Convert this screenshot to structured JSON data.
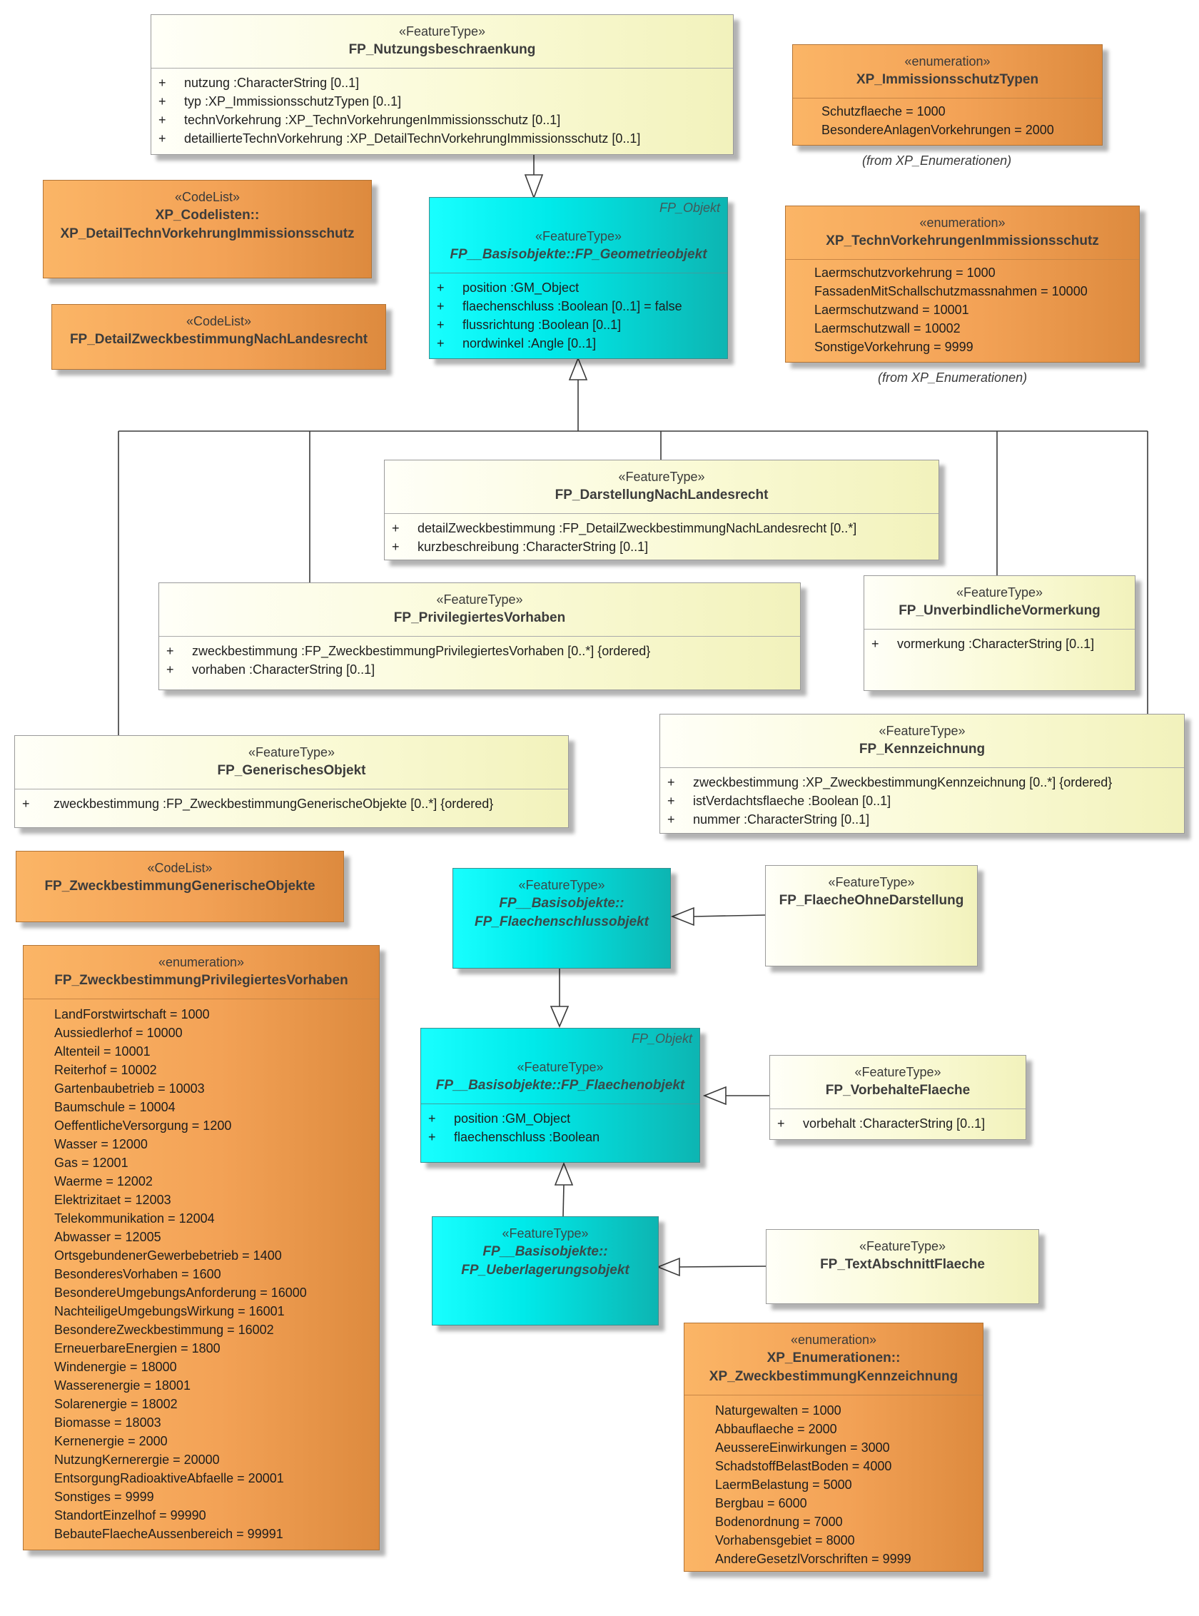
{
  "nutzungsbeschraenkung": {
    "stereotype": "«FeatureType»",
    "name": "FP_Nutzungsbeschraenkung",
    "attributes": [
      {
        "vis": "+",
        "text": "nutzung  :CharacterString [0..1]"
      },
      {
        "vis": "+",
        "text": "typ  :XP_ImmissionsschutzTypen [0..1]"
      },
      {
        "vis": "+",
        "text": "technVorkehrung  :XP_TechnVorkehrungenImmissionsschutz [0..1]"
      },
      {
        "vis": "+",
        "text": "detaillierteTechnVorkehrung  :XP_DetailTechnVorkehrungImmissionsschutz [0..1]"
      }
    ]
  },
  "immissionsschutz_typen": {
    "stereotype": "«enumeration»",
    "name": "XP_ImmissionsschutzTypen",
    "literals": [
      "Schutzflaeche = 1000",
      "BesondereAnlagenVorkehrungen = 2000"
    ],
    "from_note": "(from XP_Enumerationen)"
  },
  "detail_techn_codelist": {
    "stereotype": "«CodeList»",
    "name_line1": "XP_Codelisten::",
    "name_line2": "XP_DetailTechnVorkehrungImmissionsschutz"
  },
  "detail_zweck_codelist": {
    "stereotype": "«CodeList»",
    "name": "FP_DetailZweckbestimmungNachLandesrecht"
  },
  "geometrieobjekt": {
    "corner": "FP_Objekt",
    "stereotype": "«FeatureType»",
    "name": "FP__Basisobjekte::FP_Geometrieobjekt",
    "attributes": [
      {
        "vis": "+",
        "text": "position  :GM_Object"
      },
      {
        "vis": "+",
        "text": "flaechenschluss  :Boolean [0..1] = false"
      },
      {
        "vis": "+",
        "text": "flussrichtung  :Boolean [0..1]"
      },
      {
        "vis": "+",
        "text": "nordwinkel  :Angle [0..1]"
      }
    ]
  },
  "techn_vorkehrungen": {
    "stereotype": "«enumeration»",
    "name": "XP_TechnVorkehrungenImmissionsschutz",
    "literals": [
      "Laermschutzvorkehrung = 1000",
      "FassadenMitSchallschutzmassnahmen = 10000",
      "Laermschutzwand = 10001",
      "Laermschutzwall = 10002",
      "SonstigeVorkehrung = 9999"
    ],
    "from_note": "(from XP_Enumerationen)"
  },
  "darstellung_landesrecht": {
    "stereotype": "«FeatureType»",
    "name": "FP_DarstellungNachLandesrecht",
    "attributes": [
      {
        "vis": "+",
        "text": "detailZweckbestimmung  :FP_DetailZweckbestimmungNachLandesrecht [0..*]"
      },
      {
        "vis": "+",
        "text": "kurzbeschreibung  :CharacterString [0..1]"
      }
    ]
  },
  "privilegiertes_vorhaben": {
    "stereotype": "«FeatureType»",
    "name": "FP_PrivilegiertesVorhaben",
    "attributes": [
      {
        "vis": "+",
        "text": "zweckbestimmung  :FP_ZweckbestimmungPrivilegiertesVorhaben [0..*] {ordered}"
      },
      {
        "vis": "+",
        "text": "vorhaben  :CharacterString [0..1]"
      }
    ]
  },
  "unverbindliche_vormerkung": {
    "stereotype": "«FeatureType»",
    "name": "FP_UnverbindlicheVormerkung",
    "attributes": [
      {
        "vis": "+",
        "text": "vormerkung  :CharacterString [0..1]"
      }
    ]
  },
  "generisches_objekt": {
    "stereotype": "«FeatureType»",
    "name": "FP_GenerischesObjekt",
    "attributes": [
      {
        "vis": "+",
        "text": "zweckbestimmung  :FP_ZweckbestimmungGenerischeObjekte [0..*] {ordered}"
      }
    ]
  },
  "kennzeichnung": {
    "stereotype": "«FeatureType»",
    "name": "FP_Kennzeichnung",
    "attributes": [
      {
        "vis": "+",
        "text": "zweckbestimmung  :XP_ZweckbestimmungKennzeichnung [0..*] {ordered}"
      },
      {
        "vis": "+",
        "text": "istVerdachtsflaeche  :Boolean [0..1]"
      },
      {
        "vis": "+",
        "text": "nummer  :CharacterString [0..1]"
      }
    ]
  },
  "zweck_generische_codelist": {
    "stereotype": "«CodeList»",
    "name": "FP_ZweckbestimmungGenerischeObjekte"
  },
  "flaechenschlussobjekt": {
    "stereotype": "«FeatureType»",
    "name_line1": "FP__Basisobjekte::",
    "name_line2": "FP_Flaechenschlussobjekt"
  },
  "flaeche_ohne_darstellung": {
    "stereotype": "«FeatureType»",
    "name": "FP_FlaecheOhneDarstellung"
  },
  "zweck_privilegiert_enum": {
    "stereotype": "«enumeration»",
    "name": "FP_ZweckbestimmungPrivilegiertesVorhaben",
    "literals": [
      "LandForstwirtschaft = 1000",
      "Aussiedlerhof = 10000",
      "Altenteil = 10001",
      "Reiterhof = 10002",
      "Gartenbaubetrieb = 10003",
      "Baumschule = 10004",
      "OeffentlicheVersorgung = 1200",
      "Wasser = 12000",
      "Gas = 12001",
      "Waerme = 12002",
      "Elektrizitaet = 12003",
      "Telekommunikation = 12004",
      "Abwasser = 12005",
      "OrtsgebundenerGewerbebetrieb = 1400",
      "BesonderesVorhaben = 1600",
      "BesondereUmgebungsAnforderung = 16000",
      "NachteiligeUmgebungsWirkung = 16001",
      "BesondereZweckbestimmung = 16002",
      "ErneuerbareEnergien = 1800",
      "Windenergie = 18000",
      "Wasserenergie = 18001",
      "Solarenergie = 18002",
      "Biomasse = 18003",
      "Kernenergie = 2000",
      "NutzungKernerergie = 20000",
      "EntsorgungRadioaktiveAbfaelle = 20001",
      "Sonstiges = 9999",
      "StandortEinzelhof = 99990",
      "BebauteFlaecheAussenbereich = 99991"
    ]
  },
  "flaechenobjekt": {
    "corner": "FP_Objekt",
    "stereotype": "«FeatureType»",
    "name": "FP__Basisobjekte::FP_Flaechenobjekt",
    "attributes": [
      {
        "vis": "+",
        "text": "position  :GM_Object"
      },
      {
        "vis": "+",
        "text": "flaechenschluss  :Boolean"
      }
    ]
  },
  "vorbehalte_flaeche": {
    "stereotype": "«FeatureType»",
    "name": "FP_VorbehalteFlaeche",
    "attributes": [
      {
        "vis": "+",
        "text": "vorbehalt  :CharacterString [0..1]"
      }
    ]
  },
  "ueberlagerungsobjekt": {
    "stereotype": "«FeatureType»",
    "name_line1": "FP__Basisobjekte::",
    "name_line2": "FP_Ueberlagerungsobjekt"
  },
  "text_abschnitt_flaeche": {
    "stereotype": "«FeatureType»",
    "name": "FP_TextAbschnittFlaeche"
  },
  "zweck_kennzeichnung_enum": {
    "stereotype": "«enumeration»",
    "name_line1": "XP_Enumerationen::",
    "name_line2": "XP_ZweckbestimmungKennzeichnung",
    "literals": [
      "Naturgewalten = 1000",
      "Abbauflaeche = 2000",
      "AeussereEinwirkungen = 3000",
      "SchadstoffBelastBoden = 4000",
      "LaermBelastung = 5000",
      "Bergbau = 6000",
      "Bodenordnung = 7000",
      "Vorhabensgebiet = 8000",
      "AndereGesetzlVorschriften = 9999"
    ]
  }
}
